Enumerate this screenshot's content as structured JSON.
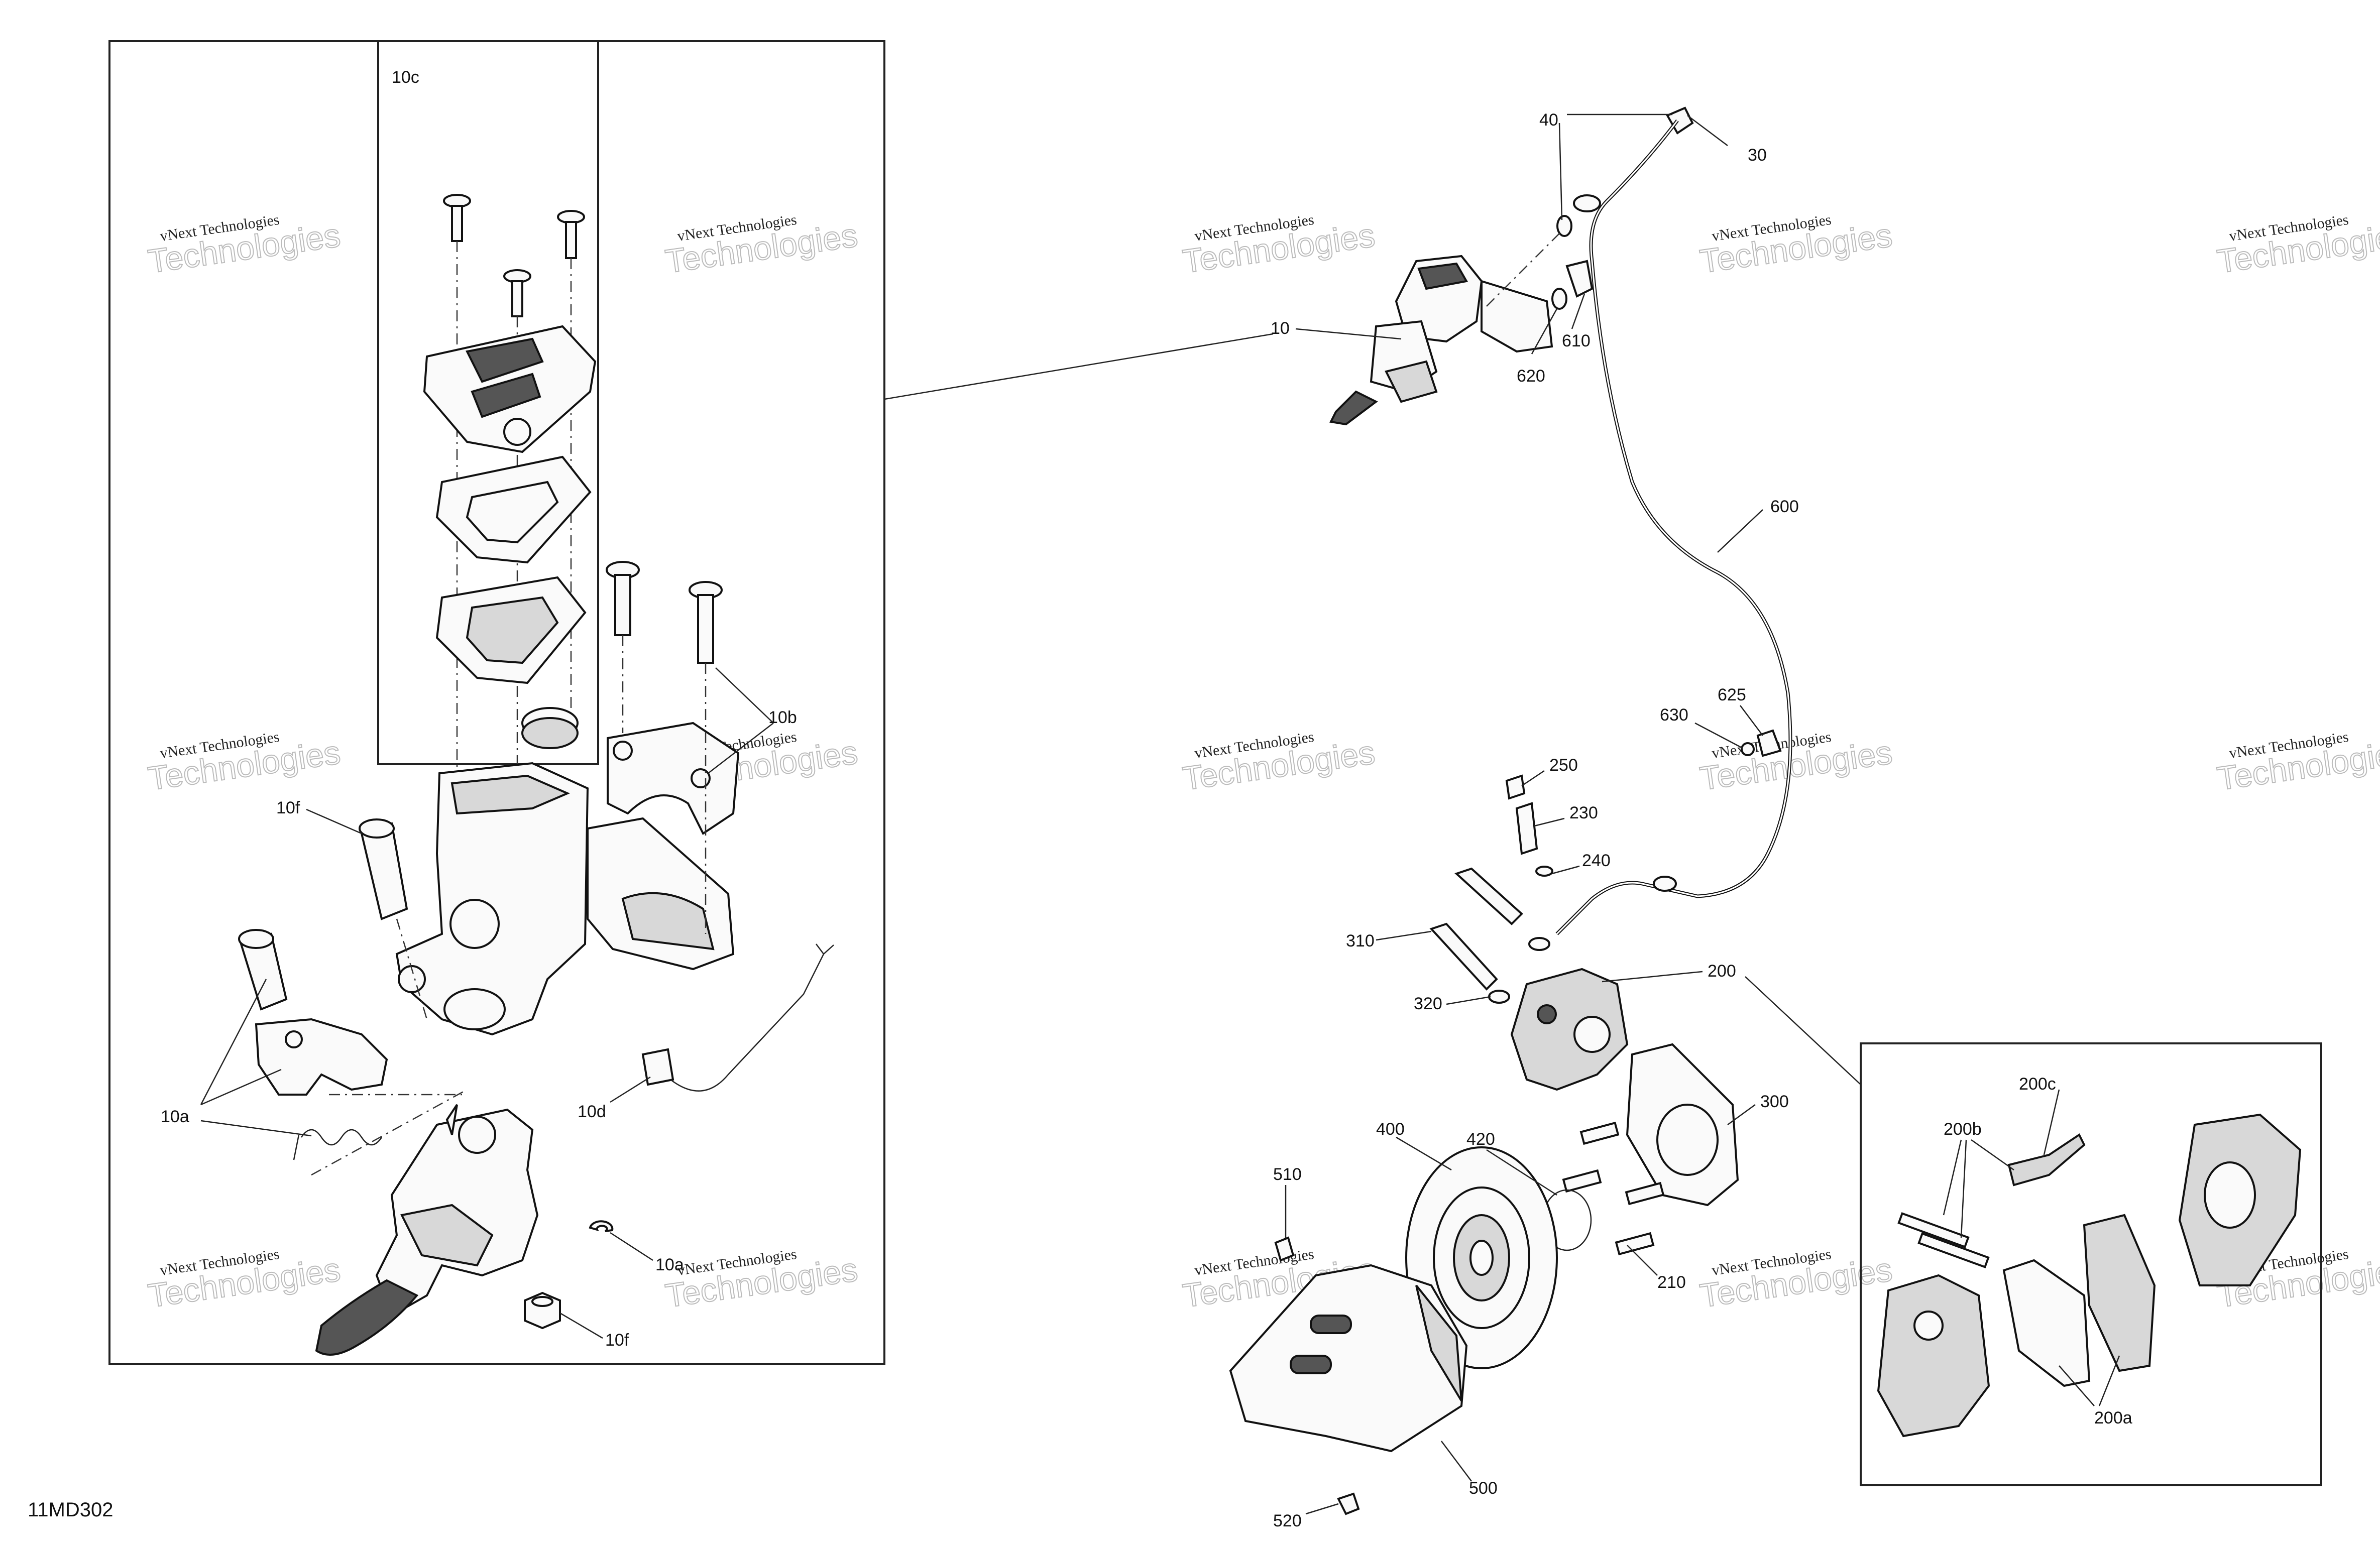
{
  "diagram_code": "11MD302",
  "watermark": {
    "line1": "vNext Technologies",
    "line2": "Technologies"
  },
  "callouts": {
    "c10c": "10c",
    "c10b": "10b",
    "c10f_top": "10f",
    "c10a_left": "10a",
    "c10d": "10d",
    "c10a_right": "10a",
    "c10f_bottom": "10f",
    "c40": "40",
    "c30": "30",
    "c10": "10",
    "c620": "620",
    "c610": "610",
    "c600": "600",
    "c625": "625",
    "c630": "630",
    "c250": "250",
    "c230": "230",
    "c240": "240",
    "c310": "310",
    "c320": "320",
    "c200": "200",
    "c300": "300",
    "c400": "400",
    "c420": "420",
    "c510": "510",
    "c210": "210",
    "c500": "500",
    "c520": "520",
    "c200c": "200c",
    "c200b": "200b",
    "c200a": "200a"
  }
}
